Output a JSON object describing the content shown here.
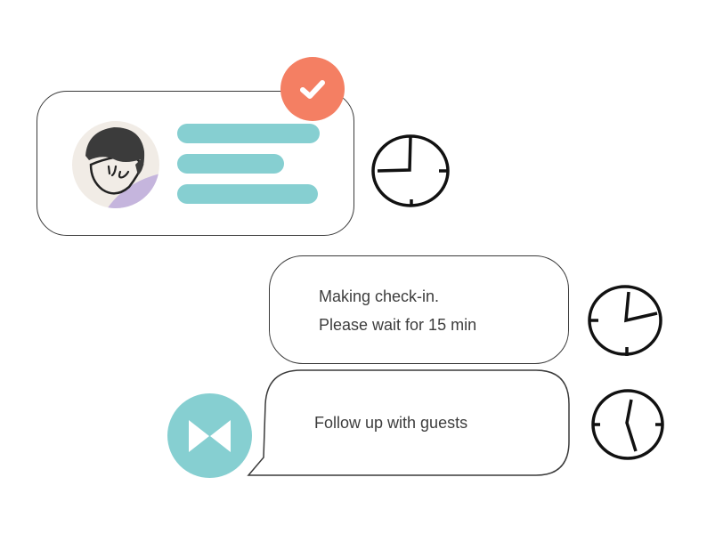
{
  "notification_card": {
    "avatar": "person-avatar",
    "status_icon": "checkmark-icon",
    "status_color": "#f47f63",
    "placeholder_lines": 3,
    "placeholder_color": "#86cfd1",
    "clock": "clock-icon"
  },
  "messages": [
    {
      "lines": [
        "Making check-in.",
        "Please wait for 15 min"
      ],
      "clock": "clock-icon"
    },
    {
      "lines": [
        "Follow up with guests"
      ],
      "avatar": "bowtie-avatar",
      "avatar_color": "#86cfd1",
      "clock": "clock-icon"
    }
  ]
}
